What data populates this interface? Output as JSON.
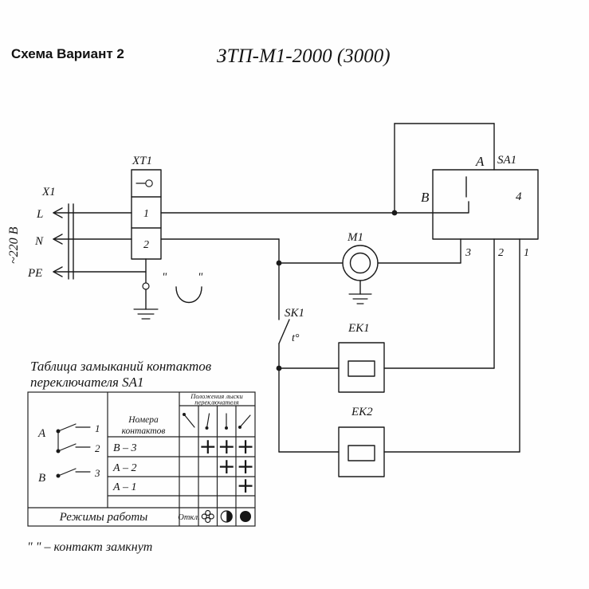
{
  "page": {
    "title": "Схема Вариант 2",
    "model": "ЗТП-М1-2000 (3000)",
    "ink_color": "#1a1a1a"
  },
  "schematic": {
    "supply": "~220 В",
    "connector": "X1",
    "wire_l": "L",
    "wire_n": "N",
    "wire_pe": "PE",
    "quote": "\"",
    "xt1": {
      "label": "XT1",
      "c1": "1",
      "c2": "2"
    },
    "motor": "M1",
    "sa1": {
      "label": "SA1",
      "a": "А",
      "b": "В",
      "t4": "4",
      "t3": "3",
      "t2": "2",
      "t1": "1"
    },
    "sk1": {
      "label": "SK1",
      "temp": "t°"
    },
    "ek1": "EK1",
    "ek2": "EK2"
  },
  "table": {
    "title1": "Таблица замыканий контактов",
    "title2": "переключателя SA1",
    "header_contacts1": "Номера",
    "header_contacts2": "контактов",
    "header_positions1": "Положения лыски",
    "header_positions2": "переключателя",
    "position_symbols": [
      "\\",
      "|",
      "|",
      "/"
    ],
    "diagram": {
      "a": "А",
      "b": "В",
      "n1": "1",
      "n2": "2",
      "n3": "3"
    },
    "rows": [
      {
        "label": "В – 3",
        "marks": [
          "",
          "+",
          "+",
          "+"
        ]
      },
      {
        "label": "А – 2",
        "marks": [
          "",
          "",
          "+",
          "+"
        ]
      },
      {
        "label": "А – 1",
        "marks": [
          "",
          "",
          "",
          "+"
        ]
      }
    ],
    "modes_label": "Режимы работы",
    "mode_off": "Откл.",
    "mode_icons": [
      "fan-mode-icon",
      "half-power-mode-icon",
      "full-power-mode-icon"
    ]
  },
  "footnote": "\"  \" – контакт замкнут"
}
